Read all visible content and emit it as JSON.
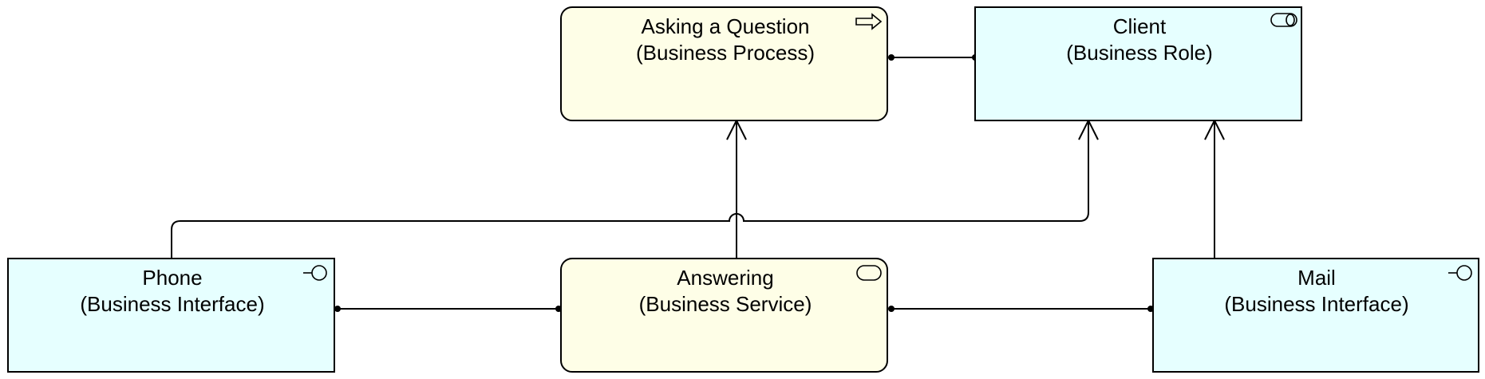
{
  "colors": {
    "business_behavior_fill": "#FEFEE7",
    "business_active_fill": "#E6FFFF",
    "stroke": "#000000",
    "background": "#FFFFFF"
  },
  "nodes": {
    "asking_question": {
      "name": "Asking a Question",
      "type_label": "(Business Process)",
      "icon": "business-process-icon"
    },
    "client": {
      "name": "Client",
      "type_label": "(Business Role)",
      "icon": "business-role-icon"
    },
    "phone": {
      "name": "Phone",
      "type_label": "(Business Interface)",
      "icon": "business-interface-icon"
    },
    "answering": {
      "name": "Answering",
      "type_label": "(Business Service)",
      "icon": "business-service-icon"
    },
    "mail": {
      "name": "Mail",
      "type_label": "(Business Interface)",
      "icon": "business-interface-icon"
    }
  },
  "relationships": [
    {
      "from": "asking_question",
      "to": "client",
      "kind": "assignment"
    },
    {
      "from": "phone",
      "to": "answering",
      "kind": "assignment"
    },
    {
      "from": "answering",
      "to": "mail",
      "kind": "assignment"
    },
    {
      "from": "answering",
      "to": "asking_question",
      "kind": "serving"
    },
    {
      "from": "phone",
      "to": "client",
      "kind": "serving"
    },
    {
      "from": "mail",
      "to": "client",
      "kind": "serving"
    }
  ]
}
